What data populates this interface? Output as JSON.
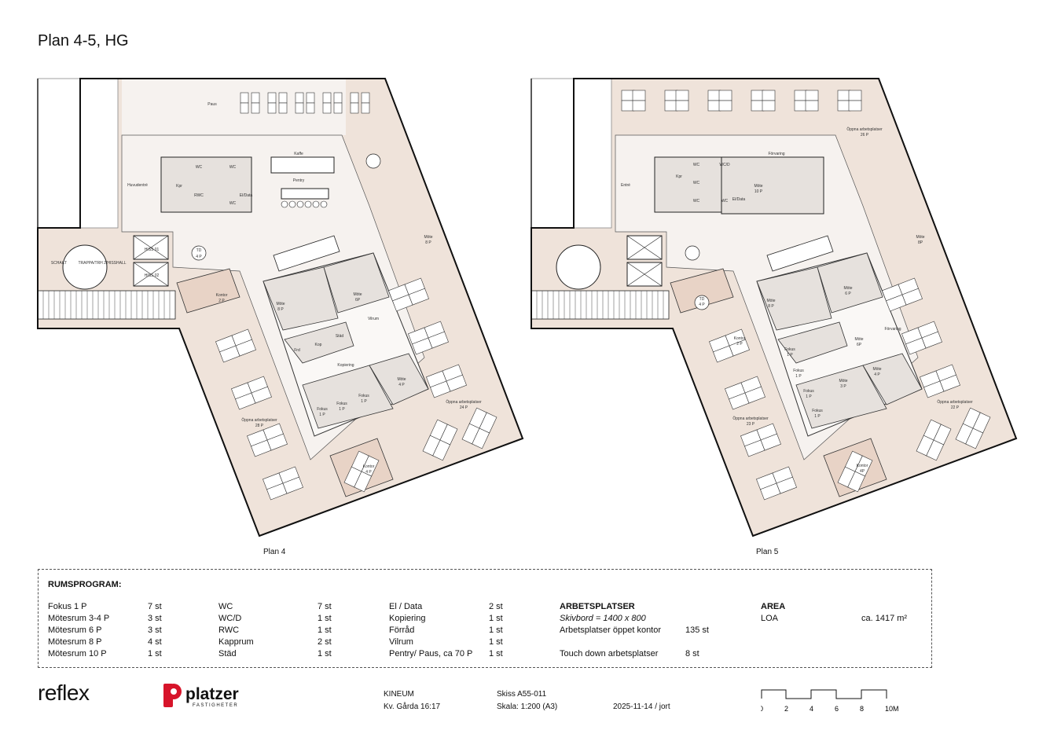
{
  "title": "Plan 4-5, HG",
  "plan4": {
    "label": "Plan 4",
    "rooms": [
      "Paus",
      "Kaffe",
      "Pentry",
      "Huvudentré",
      "Kpr",
      "WC",
      "WC",
      "RWC",
      "WC",
      "El/Data",
      "TD",
      "4 P",
      "HISS 01",
      "HISS 02",
      "TRAPPA/TRH 2/HISSHALL",
      "SCHAKT",
      "Kontor",
      "2 P",
      "Möte",
      "8 P",
      "Möte",
      "6P",
      "Möte",
      "8 P",
      "Frd",
      "Kop",
      "Städ",
      "Vilrum",
      "Fokus",
      "1 P",
      "Fokus",
      "1 P",
      "Fokus",
      "1 P",
      "Möte",
      "4 P",
      "Öppna arbetsplatser",
      "28 P",
      "Öppna arbetsplatser",
      "24 P",
      "Kontor",
      "4 P",
      "Kopiering"
    ]
  },
  "plan5": {
    "label": "Plan 5",
    "rooms": [
      "Entré",
      "Kpr",
      "WC",
      "WC/D",
      "WC",
      "WC",
      "WC",
      "El/Data",
      "Förvaring",
      "Möte",
      "10 P",
      "Öppna arbetsplatser",
      "26 P",
      "Möte",
      "8P",
      "TD",
      "4 P",
      "Kontor",
      "2 P",
      "Möte",
      "8 P",
      "Möte",
      "6 P",
      "Möte",
      "6P",
      "Fokus",
      "1 P",
      "Fokus",
      "1 P",
      "Fokus",
      "1 P",
      "Fokus",
      "1 P",
      "Möte",
      "3 P",
      "Möte",
      "4 P",
      "Öppna arbetsplatser",
      "23 P",
      "Öppna arbetsplatser",
      "22 P",
      "Kontor",
      "4P",
      "Förvaring"
    ]
  },
  "program": {
    "heading": "RUMSPROGRAM:",
    "col1": [
      {
        "name": "Fokus 1 P",
        "qty": "7 st"
      },
      {
        "name": "Mötesrum 3-4 P",
        "qty": "3 st"
      },
      {
        "name": "Mötesrum 6 P",
        "qty": "3 st"
      },
      {
        "name": "Mötesrum 8 P",
        "qty": "4 st"
      },
      {
        "name": "Mötesrum 10 P",
        "qty": "1 st"
      }
    ],
    "col2": [
      {
        "name": "WC",
        "qty": "7 st"
      },
      {
        "name": "WC/D",
        "qty": "1 st"
      },
      {
        "name": "RWC",
        "qty": "1 st"
      },
      {
        "name": "Kapprum",
        "qty": "2 st"
      },
      {
        "name": "Städ",
        "qty": "1 st"
      }
    ],
    "col3": [
      {
        "name": "El / Data",
        "qty": "2 st"
      },
      {
        "name": "Kopiering",
        "qty": "1 st"
      },
      {
        "name": "Förråd",
        "qty": "1 st"
      },
      {
        "name": "Vilrum",
        "qty": "1 st"
      },
      {
        "name": "Pentry/ Paus, ca 70 P",
        "qty": "1 st"
      }
    ],
    "workplaces": {
      "heading": "ARBETSPLATSER",
      "desk": "Skivbord = 1400 x 800",
      "open_label": "Arbetsplatser öppet kontor",
      "open_value": "135 st",
      "touch_label": "Touch down arbetsplatser",
      "touch_value": "8 st"
    },
    "area": {
      "heading": "AREA",
      "label": "LOA",
      "value": "ca. 1417 m²"
    }
  },
  "footer": {
    "logo_reflex": "reflex",
    "logo_platzer": "platzer",
    "logo_platzer_sub": "FASTIGHETER",
    "project": "KINEUM",
    "property": "Kv. Gårda 16:17",
    "sketch": "Skiss A55-011",
    "scale": "Skala: 1:200 (A3)",
    "date": "2025-11-14 / jort",
    "scalebar_ticks": [
      "0",
      "2",
      "4",
      "6",
      "8",
      "10M"
    ]
  },
  "colors": {
    "workzone": "#efe3da",
    "floor": "#f6f2ef",
    "room": "#e6e1dd",
    "kontor": "#e8d3c6",
    "brand_red": "#d7142a"
  }
}
